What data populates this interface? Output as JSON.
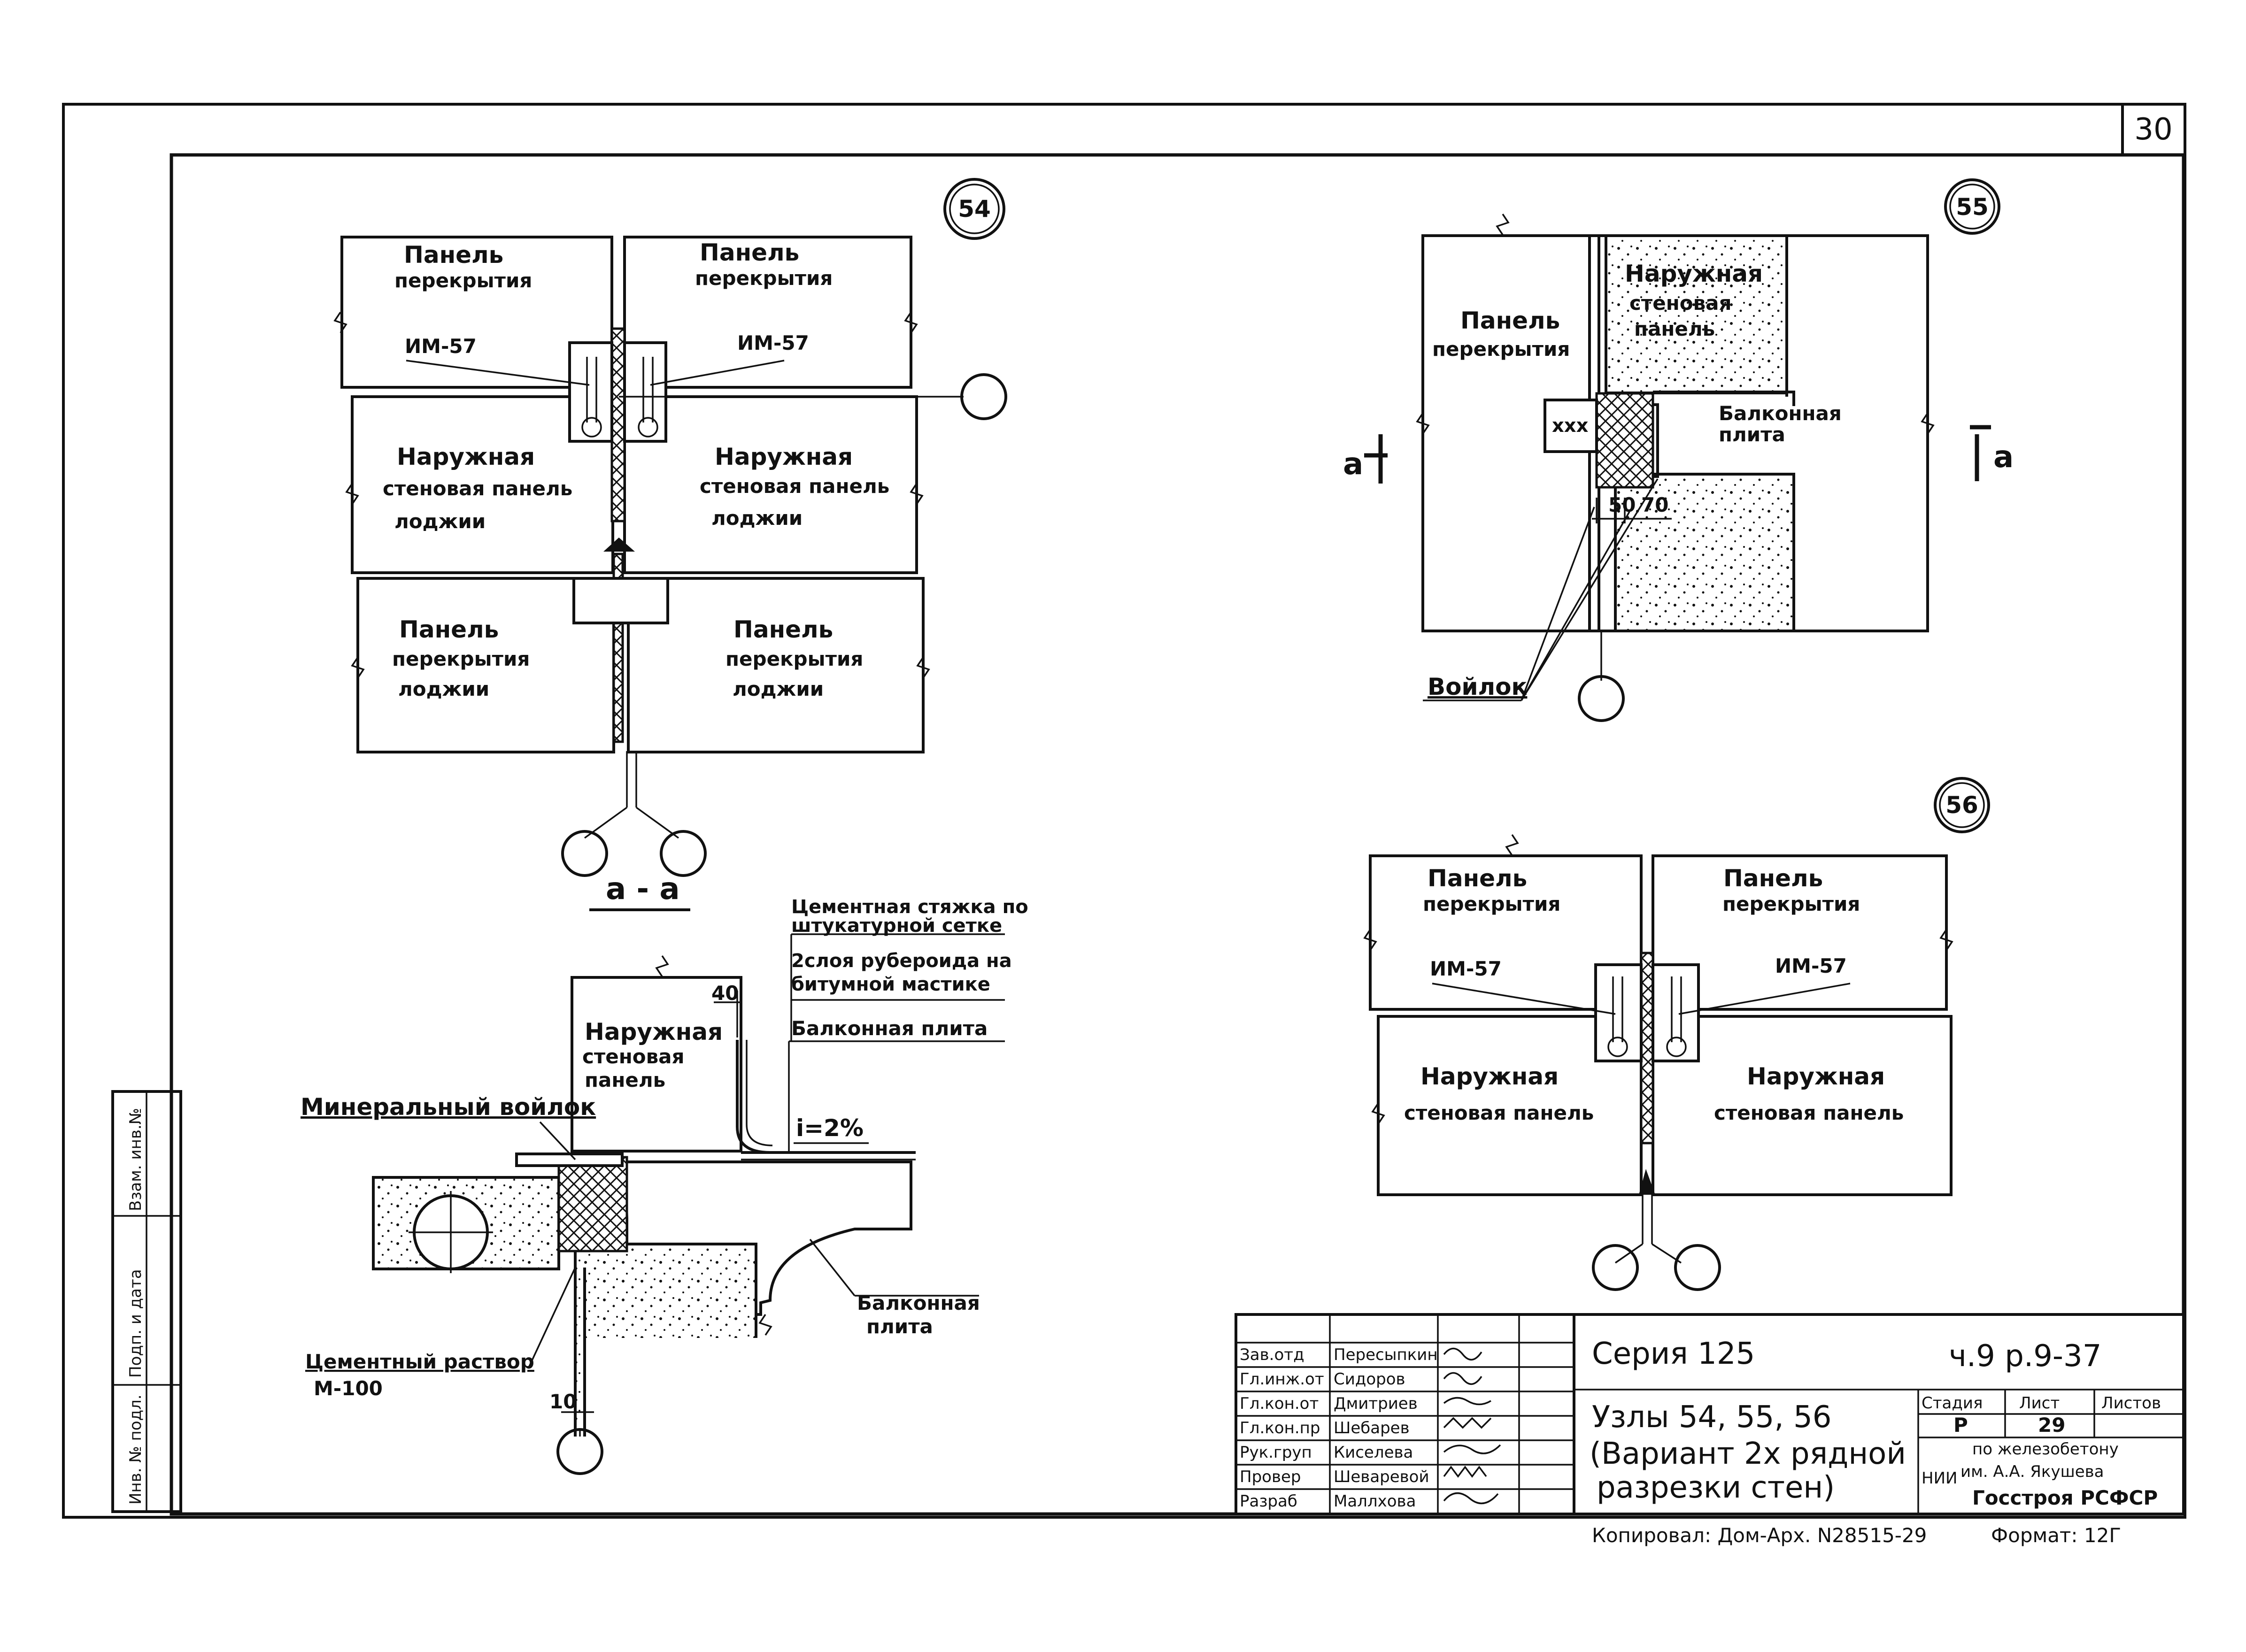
{
  "sheet_number": "30",
  "nodes": {
    "n54": {
      "number": "54",
      "slab_left": [
        "Панель",
        "перекрытия"
      ],
      "slab_right": [
        "Панель",
        "перекрытия"
      ],
      "anchor_left": "ИМ-57",
      "anchor_right": "ИМ-57",
      "wall_left": [
        "Наружная",
        "стеновая панель",
        "лоджии"
      ],
      "wall_right": [
        "Наружная",
        "стеновая панель",
        "лоджии"
      ],
      "floor_left": [
        "Панель",
        "перекрытия",
        "лоджии"
      ],
      "floor_right": [
        "Панель",
        "перекрытия",
        "лоджии"
      ]
    },
    "n55": {
      "number": "55",
      "slab": [
        "Панель",
        "перекрытия"
      ],
      "wall": [
        "Наружная",
        "стеновая",
        "панель"
      ],
      "balcony": [
        "Балконная",
        "плита"
      ],
      "section_mark_left": "а",
      "section_mark_right": "а",
      "dim_1": "50",
      "dim_2": "70",
      "felt": "Войлок"
    },
    "n56": {
      "number": "56",
      "slab_left": [
        "Панель",
        "перекрытия"
      ],
      "slab_right": [
        "Панель",
        "перекрытия"
      ],
      "anchor_left": "ИМ-57",
      "anchor_right": "ИМ-57",
      "wall_left": [
        "Наружная",
        "стеновая панель"
      ],
      "wall_right": [
        "Наружная",
        "стеновая панель"
      ]
    },
    "section": {
      "title": "а - а",
      "screed": [
        "Цементная стяжка по",
        "штукатурной сетке"
      ],
      "roofing": [
        "2слоя рубероида на",
        "битумной мастике"
      ],
      "slab_top": "Балконная плита",
      "wall": [
        "Наружная",
        "стеновая",
        "панель"
      ],
      "dim_40": "40",
      "slope": "i=2%",
      "mineral_felt": "Минеральный войлок",
      "balcony": [
        "Балконная",
        "плита"
      ],
      "mortar": [
        "Цементный раствор",
        "М-100"
      ],
      "dim_10": "10"
    }
  },
  "side_stamp": [
    "Инв. № подл.",
    "Подп. и дата",
    "Взам. инв.№"
  ],
  "title_block": {
    "roles": [
      "Зав.отд",
      "Гл.инж.от",
      "Гл.кон.от",
      "Гл.кон.пр",
      "Рук.груп",
      "Провер",
      "Разраб"
    ],
    "names": [
      "Пересыпкин",
      "Сидоров",
      "Дмитриев",
      "Шебарев",
      "Киселева",
      "Шеваревой",
      "Маллхова"
    ],
    "series": "Серия 125",
    "part": "ч.9 р.9-37",
    "title": [
      "Узлы 54, 55, 56",
      "(Вариант 2х рядной",
      "разрезки стен)"
    ],
    "stage_header": [
      "Стадия",
      "Лист",
      "Листов"
    ],
    "stage": "Р",
    "sheet": "29",
    "org": [
      "по железобетону",
      "им. А.А. Якушева",
      "Госстроя РСФСР"
    ],
    "org_prefix": "НИИ"
  },
  "footer": {
    "copied": "Копировал: Дом-Арх. N28515-29",
    "format": "Формат: 12Г"
  }
}
